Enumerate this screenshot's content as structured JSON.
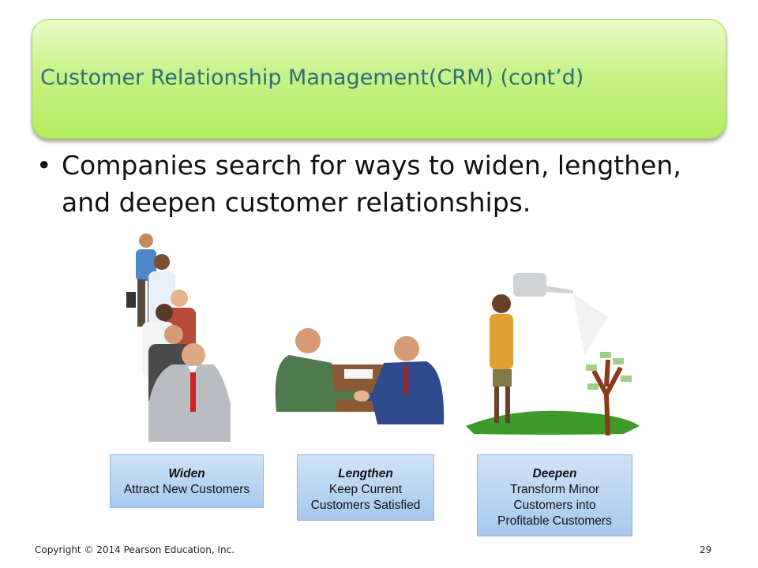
{
  "title": "Customer Relationship Management(CRM) (cont’d)",
  "bullet": {
    "symbol": "•",
    "text_line1": "Companies search for ways to widen, lengthen,",
    "text_line2": "and deepen customer relationships."
  },
  "cards": [
    {
      "title": "Widen",
      "lines": [
        "Attract New Customers"
      ]
    },
    {
      "title": "Lengthen",
      "lines": [
        "Keep Current",
        "Customers Satisfied"
      ]
    },
    {
      "title": "Deepen",
      "lines": [
        "Transform Minor",
        "Customers into",
        "Profitable Customers"
      ]
    }
  ],
  "footer": {
    "copyright": "Copyright © 2014 Pearson Education, Inc.",
    "page_number": "29"
  },
  "colors": {
    "title_text": "#2e6f75",
    "title_box": "#c9f28a",
    "card_fill": "#b9d6f2"
  }
}
